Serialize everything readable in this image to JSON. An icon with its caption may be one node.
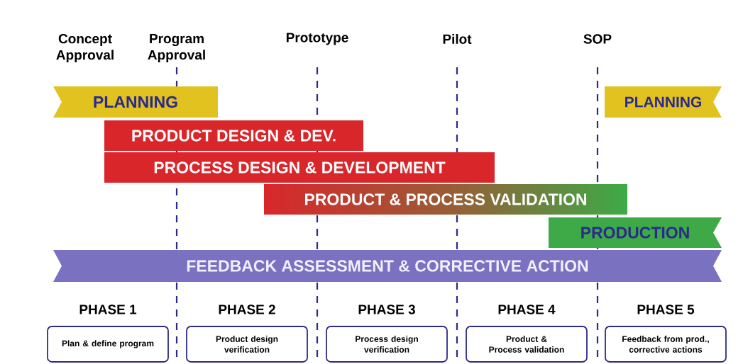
{
  "diagram": {
    "nodes": [
      {
        "text": [
          "PLANNING"
        ]
      },
      {
        "text": [
          "PLANNING"
        ]
      },
      {
        "text": [
          "PRODUCT DESIGN & DEV."
        ]
      },
      {
        "text": [
          "PROCESS DESIGN & DEVELOPMENT"
        ]
      },
      {
        "text": [
          "PRODUCT & PROCESS VALIDATION"
        ]
      },
      {
        "text": [
          "PRODUCTION"
        ]
      },
      {
        "text": [
          "FEEDBACK ASSESSMENT & CORRECTIVE ACTION"
        ]
      },
      {
        "text": [
          "PHASE 1",
          "Plan & define program"
        ]
      },
      {
        "text": [
          "PHASE 2",
          "Product design verification"
        ]
      },
      {
        "text": [
          "PHASE 3",
          "Process design verification"
        ]
      },
      {
        "text": [
          "PHASE 4",
          "Product & Process validation"
        ]
      },
      {
        "text": [
          "PHASE 5",
          "Feedback from prod., corrective actions"
        ]
      }
    ],
    "labels": [
      "Concept Approval",
      "Program Approval",
      "Prototype",
      "Pilot",
      "SOP"
    ]
  }
}
